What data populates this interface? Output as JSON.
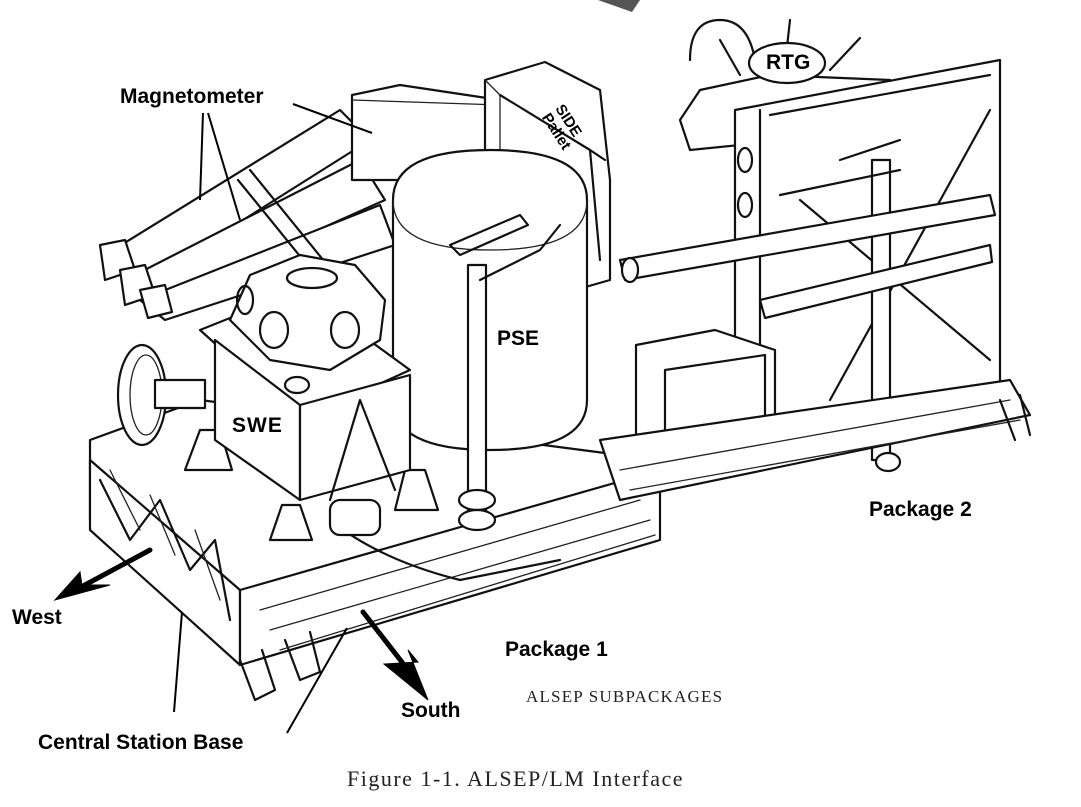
{
  "figure": {
    "caption": "Figure 1-1.   ALSEP/LM Interface",
    "subtitle": "ALSEP SUBPACKAGES"
  },
  "labels": {
    "magnetometer": "Magnetometer",
    "rtg": "RTG",
    "side_pallet_line1": "SIDE",
    "side_pallet_line2": "Pallet",
    "pse": "PSE",
    "swe": "SWE",
    "package_1": "Package 1",
    "package_2": "Package 2",
    "west": "West",
    "south": "South",
    "central_station_base": "Central Station Base"
  },
  "colors": {
    "ink": "#000000",
    "background": "#ffffff",
    "caption_ink": "#222222"
  }
}
